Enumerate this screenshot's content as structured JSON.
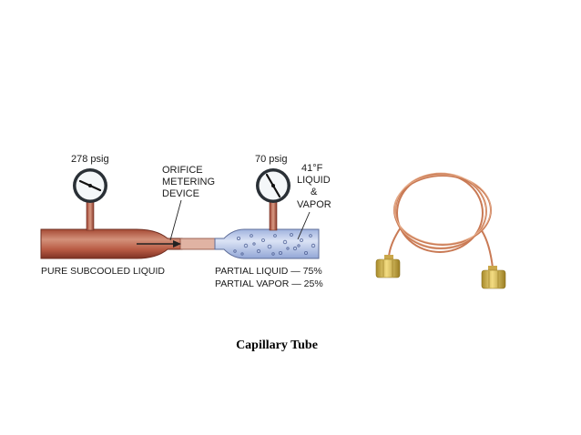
{
  "diagram": {
    "high_gauge_label": "278 psig",
    "low_gauge_label": "70 psig",
    "orifice_label": [
      "ORIFICE",
      "METERING",
      "DEVICE"
    ],
    "temp_label": [
      "41°F",
      "LIQUID",
      "&",
      "VAPOR"
    ],
    "inlet_label": "PURE SUBCOOLED LIQUID",
    "outlet_labels": [
      "PARTIAL LIQUID — 75%",
      "PARTIAL VAPOR — 25%"
    ],
    "colors": {
      "copper": "#b5543f",
      "copper_light": "#d48a72",
      "liquid_vapor": "#c9d3ee",
      "gauge_face": "#f4f7f9"
    }
  },
  "product": {
    "icon": "copper-capillary-tube-coil-image"
  },
  "caption": "Capillary Tube"
}
